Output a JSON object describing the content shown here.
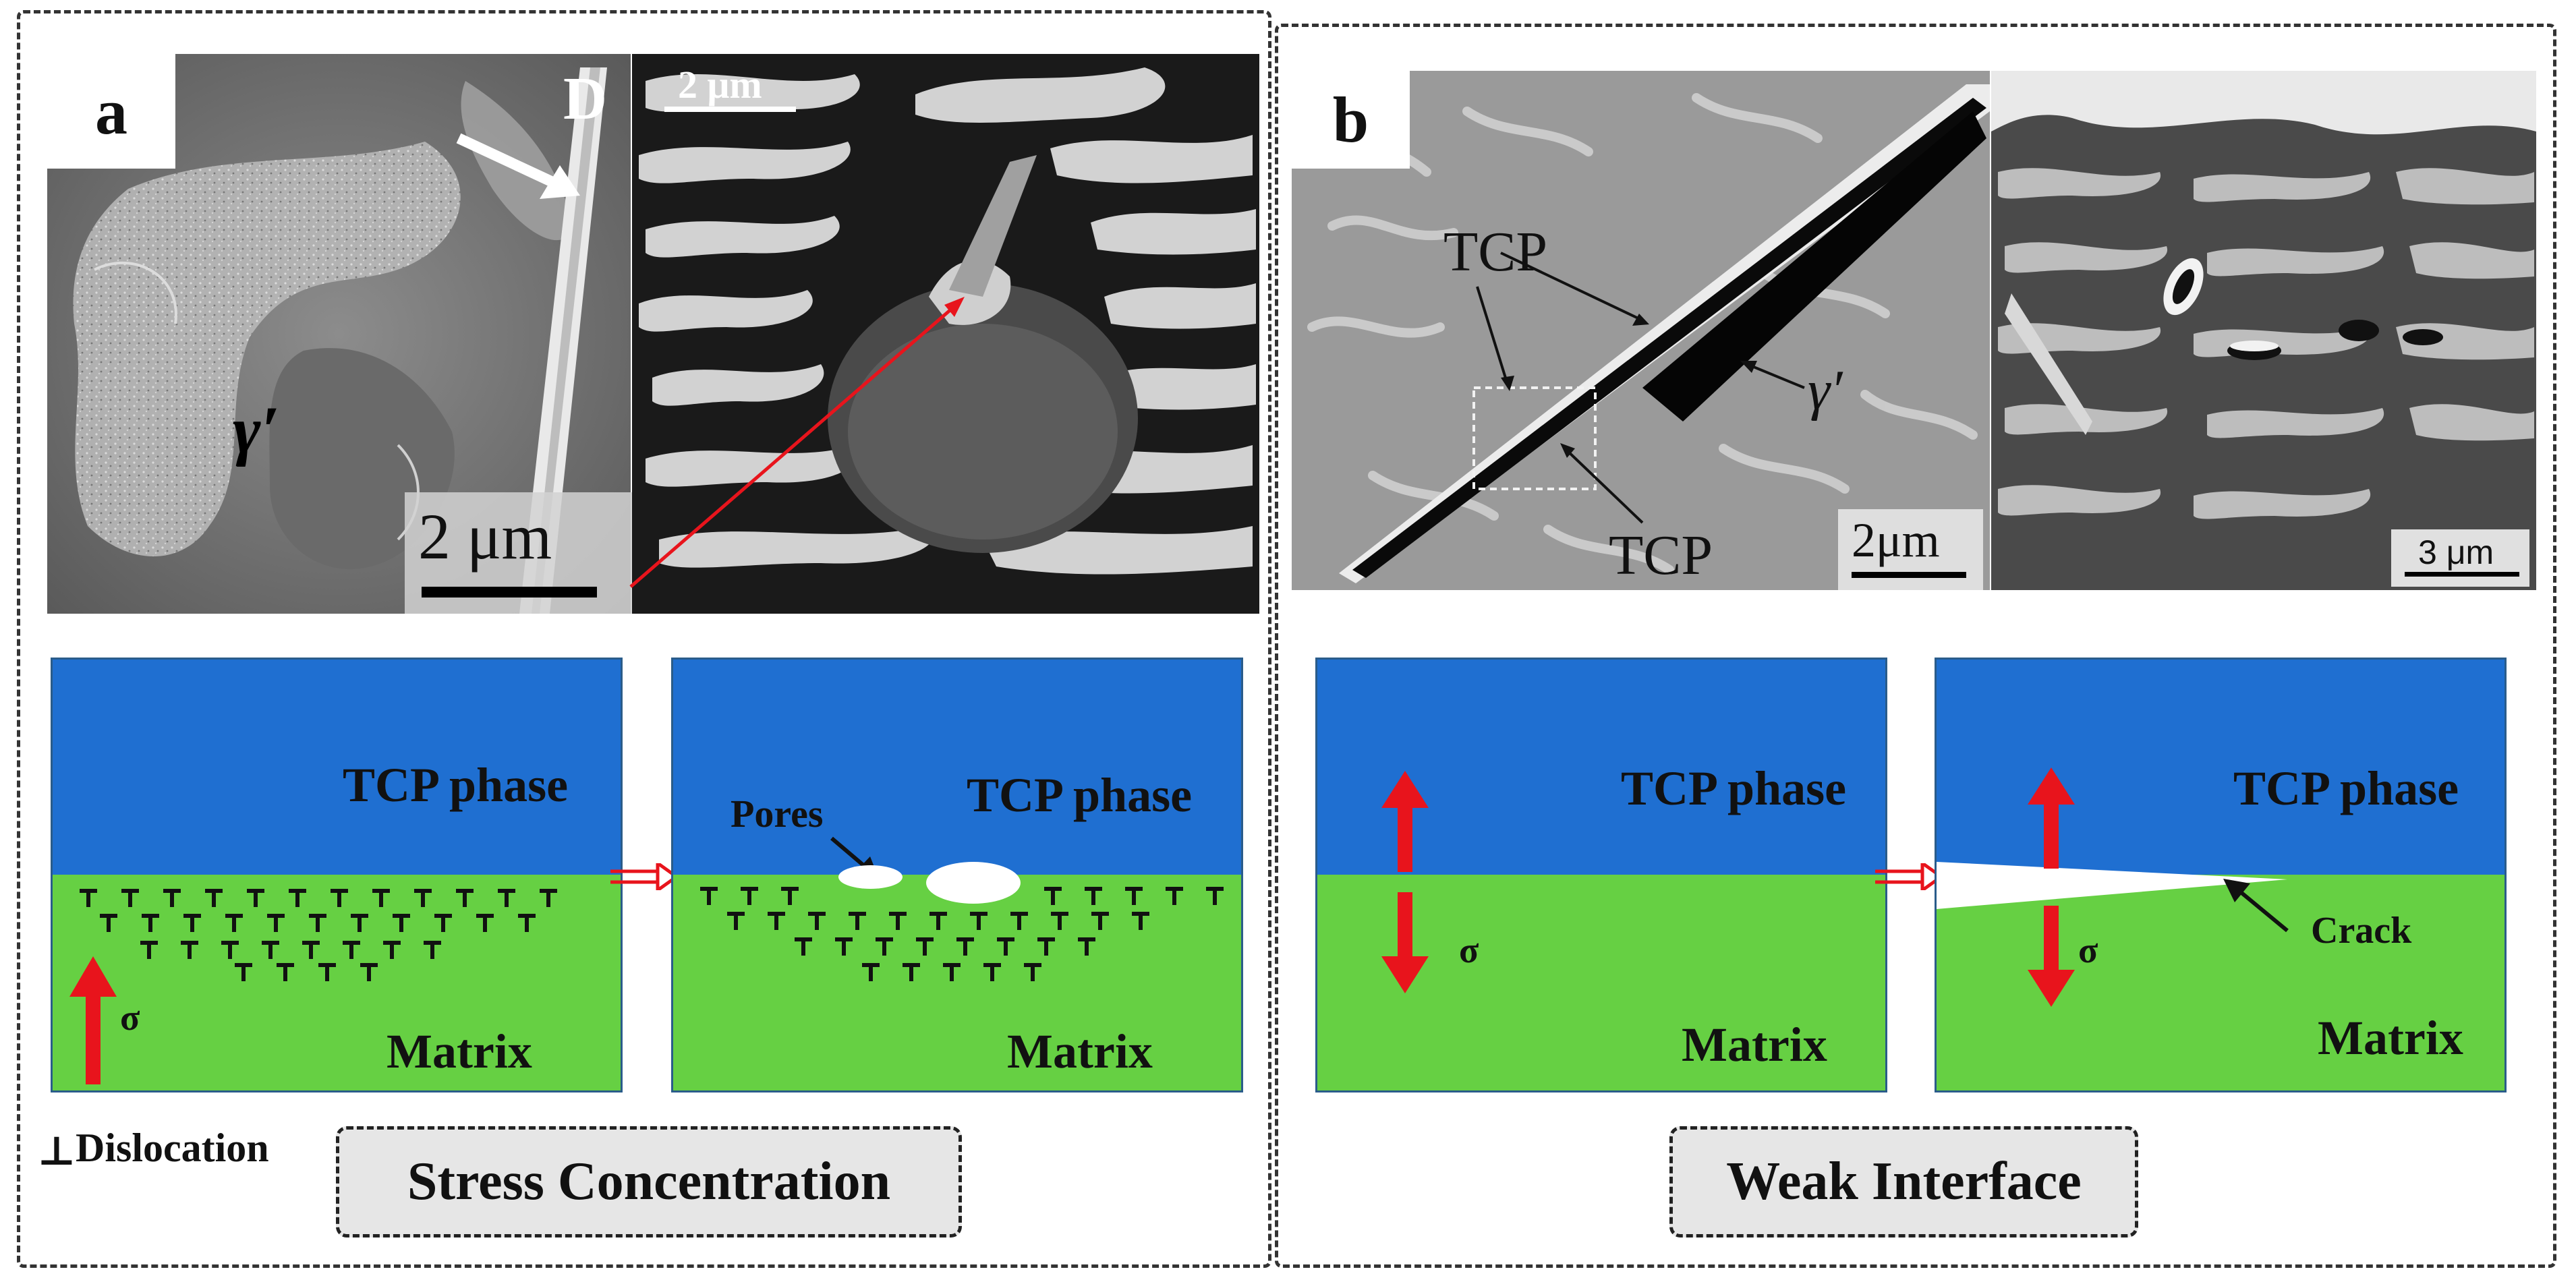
{
  "panel_a": {
    "letter": "a",
    "sem_left": {
      "phase_label": "γ′",
      "corner_label": "D",
      "scale": "2 μm"
    },
    "sem_right": {
      "scale": "2 μm"
    },
    "schematic_1": {
      "top": "TCP phase",
      "bottom": "Matrix",
      "stress": "σ"
    },
    "schematic_2": {
      "top": "TCP phase",
      "bottom": "Matrix",
      "pores": "Pores"
    },
    "legend": "Dislocation",
    "caption": "Stress Concentration"
  },
  "panel_b": {
    "letter": "b",
    "sem_left": {
      "tcp_label_1": "TCP",
      "tcp_label_2": "TCP",
      "phase_label": "γ′",
      "scale": "2μm"
    },
    "sem_right": {
      "scale": "3 μm"
    },
    "schematic_1": {
      "top": "TCP phase",
      "bottom": "Matrix",
      "stress": "σ"
    },
    "schematic_2": {
      "top": "TCP phase",
      "bottom": "Matrix",
      "stress": "σ",
      "crack": "Crack"
    },
    "caption": "Weak Interface"
  },
  "colors": {
    "tcp_phase": "#1f6fd1",
    "matrix": "#66d043",
    "stress_arrow": "#e8141c",
    "frame": "#333333"
  }
}
